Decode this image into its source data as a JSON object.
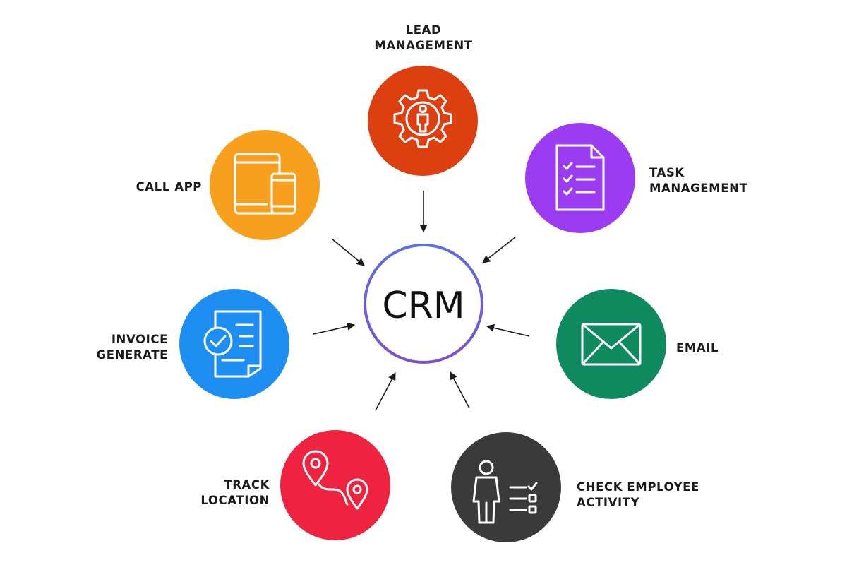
{
  "center": {
    "label": "CRM",
    "ring_colors": [
      "#5b6fe0",
      "#7b4fd0"
    ]
  },
  "nodes": {
    "lead": {
      "line1": "LEAD",
      "line2": "MANAGEMENT",
      "color": "#dd3f11",
      "icon": "gear-person-icon"
    },
    "task": {
      "line1": "TASK",
      "line2": "MANAGEMENT",
      "color": "#9b3cf2",
      "icon": "checklist-document-icon"
    },
    "call": {
      "line1": "CALL APP",
      "color": "#f8a01e",
      "icon": "tablet-phone-icon"
    },
    "invoice": {
      "line1": "INVOICE",
      "line2": "GENERATE",
      "color": "#1e8ef2",
      "icon": "invoice-check-icon"
    },
    "email": {
      "line1": "EMAIL",
      "color": "#0f8a5f",
      "icon": "envelope-icon"
    },
    "track": {
      "line1": "TRACK",
      "line2": "LOCATION",
      "color": "#ef2340",
      "icon": "route-pins-icon"
    },
    "check": {
      "line1": "CHECK EMPLOYEE",
      "line2": "ACTIVITY",
      "color": "#3a3a3a",
      "icon": "person-checklist-icon"
    }
  }
}
